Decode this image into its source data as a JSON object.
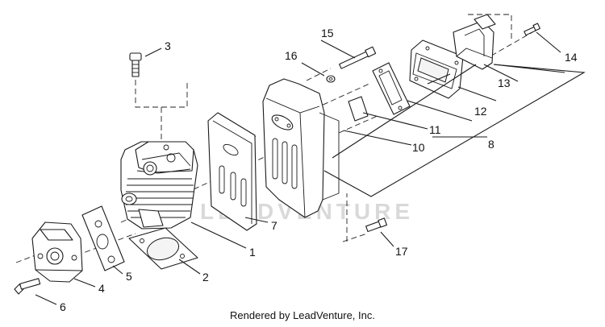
{
  "watermark": "LEADVENTURE",
  "credit": "Rendered by LeadVenture, Inc.",
  "callouts": {
    "c1": "1",
    "c2": "2",
    "c3": "3",
    "c4": "4",
    "c5": "5",
    "c6": "6",
    "c7": "7",
    "c8": "8",
    "c10": "10",
    "c11": "11",
    "c12": "12",
    "c13": "13",
    "c14": "14",
    "c15": "15",
    "c16": "16",
    "c17": "17"
  }
}
